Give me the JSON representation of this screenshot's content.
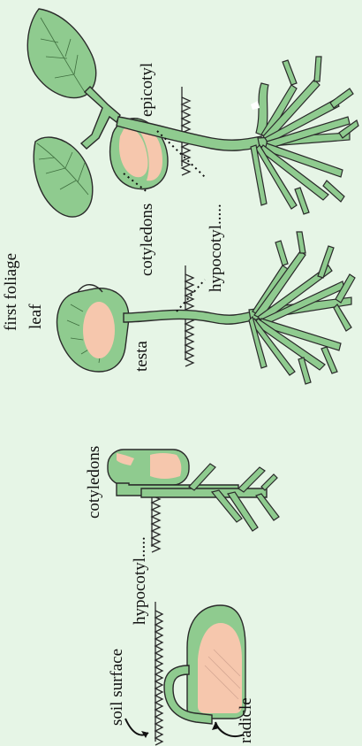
{
  "colors": {
    "background": "#e6f5e6",
    "plant_fill": "#8fcb8f",
    "plant_outline": "#2a2a2a",
    "cotyledon_fill": "#f6c7ad",
    "leaf_vein": "#3f6f3f"
  },
  "labels": {
    "soil_surface": "soil surface",
    "radicle": "radicle",
    "hypocotyl_stage2": "hypocotyl.....",
    "cotyledons_stage2": "cotyledons",
    "first_foliage_leaf_line1": "first foliage",
    "first_foliage_leaf_line2": "leaf",
    "testa": "testa",
    "cotyledons_stage3": "cotyledons",
    "hypocotyl_stage3": "hypocotyl.....",
    "epicotyl": "epicotyl"
  }
}
